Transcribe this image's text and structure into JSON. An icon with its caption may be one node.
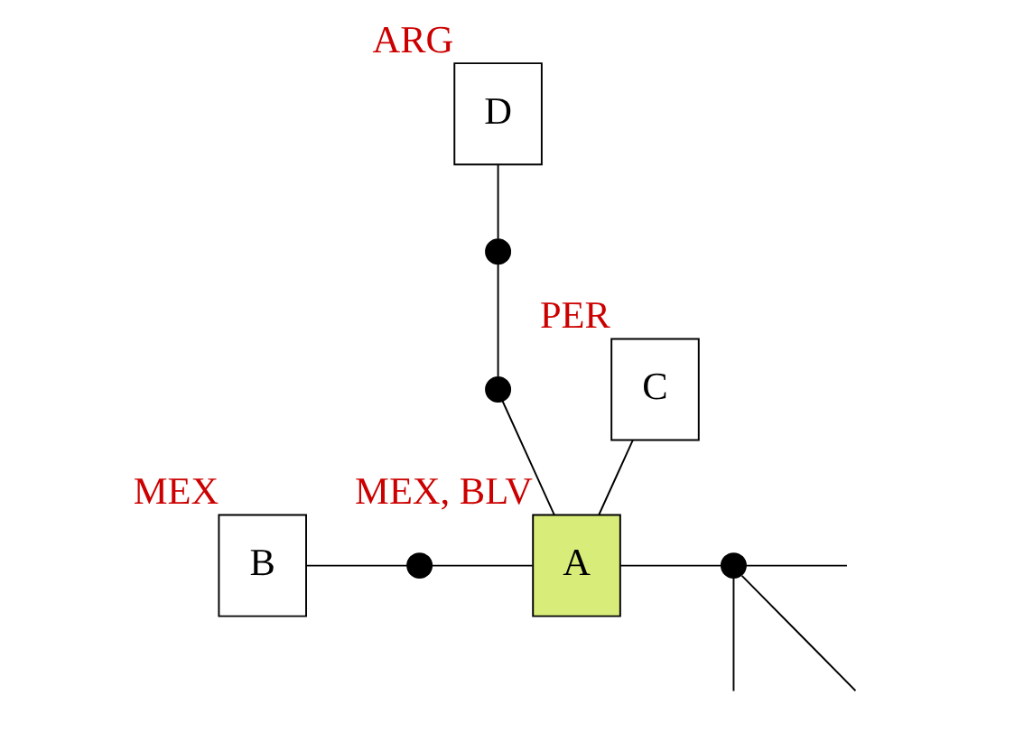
{
  "diagram": {
    "nodes": [
      {
        "text": [
          "D"
        ],
        "beside": [
          "ARG"
        ]
      },
      {
        "text": [
          "C"
        ],
        "beside": [
          "PER"
        ]
      },
      {
        "text": [],
        "shape": "circle"
      },
      {
        "text": [],
        "shape": "circle"
      },
      {
        "text": [
          "B"
        ],
        "beside": [
          "MEX"
        ]
      },
      {
        "text": [
          "A"
        ],
        "beside": [
          "MEX, BLV"
        ]
      },
      {
        "text": [],
        "shape": "circle"
      },
      {
        "text": [],
        "shape": "circle"
      }
    ],
    "edges": [
      {
        "from": 0,
        "to": 2,
        "arrow": "none"
      },
      {
        "from": 2,
        "to": 3,
        "arrow": "none"
      },
      {
        "from": 3,
        "to": 5,
        "arrow": "none"
      },
      {
        "from": 4,
        "to": 6,
        "arrow": "none"
      },
      {
        "from": 6,
        "to": 5,
        "arrow": "none"
      },
      {
        "from": 1,
        "to": 5,
        "arrow": "none"
      },
      {
        "from": 5,
        "to": 7,
        "arrow": "none"
      },
      {
        "from": 7,
        "to": null,
        "arrow": "none"
      },
      {
        "from": 7,
        "to": null,
        "arrow": "none"
      },
      {
        "from": 7,
        "to": null,
        "arrow": "none"
      }
    ]
  }
}
